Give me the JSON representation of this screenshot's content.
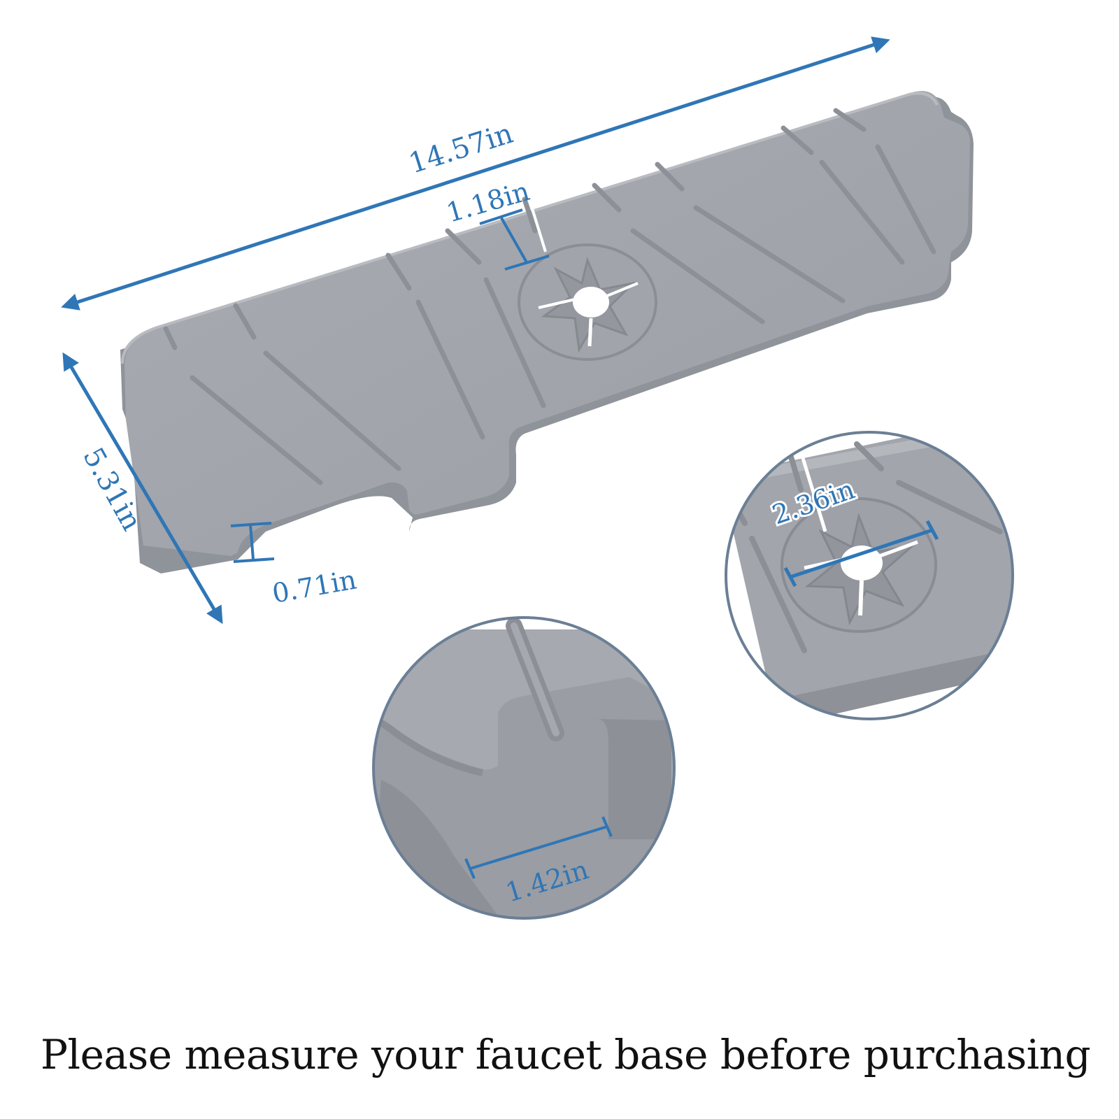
{
  "dimensions": {
    "length": "14.57in",
    "depth": "5.31in",
    "slot_width": "1.18in",
    "edge_height": "0.71in",
    "hole_diameter": "2.36in",
    "notch_width": "1.42in"
  },
  "caption": "Please measure your faucet base before purchasing",
  "colors": {
    "mat_top": "#a8abb1",
    "mat_edge": "#8e9198",
    "rib": "#9a9da3",
    "dimension_blue": "#2f76b6",
    "inset_border": "#6b7f95"
  },
  "icons": [
    "double-arrow-icon",
    "dimension-bracket-icon"
  ]
}
